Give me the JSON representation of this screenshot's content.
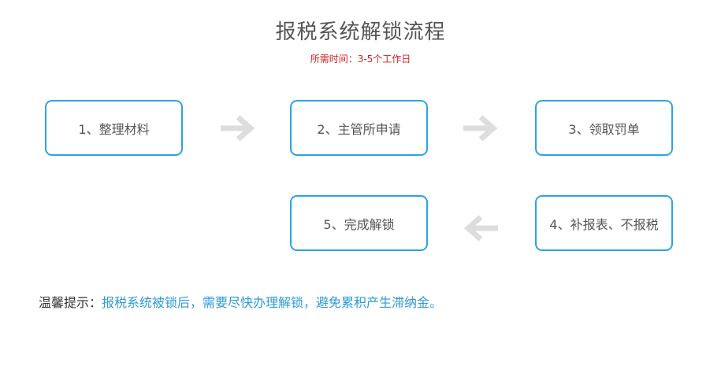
{
  "title": "报税系统解锁流程",
  "subtitle": "所需时间：3-5个工作日",
  "steps": [
    {
      "label": "1、整理材料"
    },
    {
      "label": "2、主管所申请"
    },
    {
      "label": "3、领取罚单"
    },
    {
      "label": "4、补报表、不报税"
    },
    {
      "label": "5、完成解锁"
    }
  ],
  "tip": {
    "label": "温馨提示：",
    "text": "报税系统被锁后，需要尽快办理解锁，避免累积产生滞纳金。"
  },
  "colors": {
    "box_border": "#2ea3e3",
    "arrow": "#dddddd",
    "subtitle": "#cc2222",
    "tip_text": "#2e9ad6"
  }
}
